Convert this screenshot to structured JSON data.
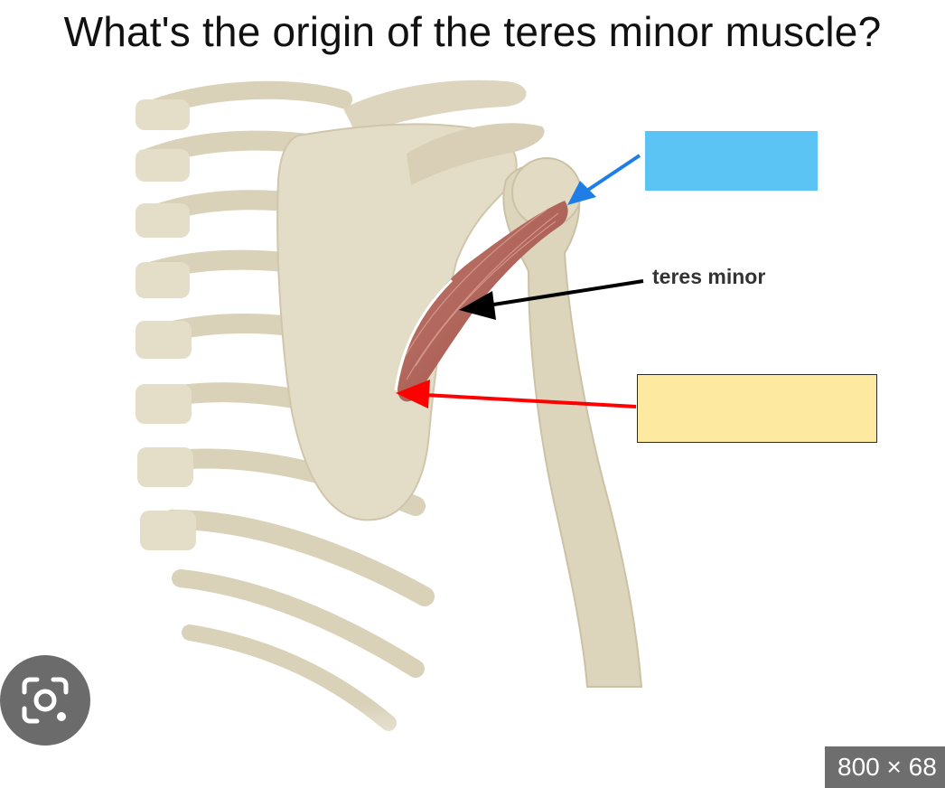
{
  "title": "What's the origin of the teres minor muscle?",
  "labels": {
    "teres_minor": "teres minor"
  },
  "answer_boxes": {
    "insertion_box_color": "#5bc4f5",
    "origin_box_color": "#fde9a0"
  },
  "arrows": {
    "insertion_arrow_color": "#1e7ee6",
    "label_arrow_color": "#000000",
    "origin_arrow_color": "#ff0000"
  },
  "overlay": {
    "lens_icon": "google-lens-icon",
    "image_dimensions": "800 × 68"
  }
}
